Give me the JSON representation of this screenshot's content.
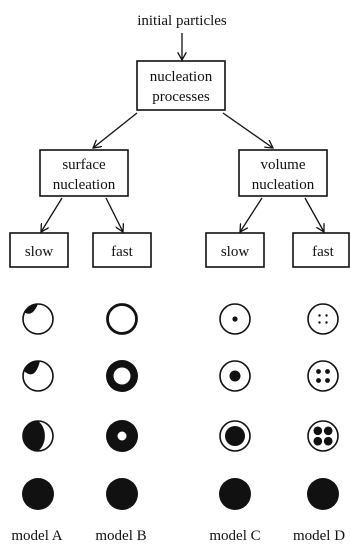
{
  "diagram": {
    "root_label": "initial particles",
    "process": {
      "line1": "nucleation",
      "line2": "processes"
    },
    "surface": {
      "line1": "surface",
      "line2": "nucleation"
    },
    "volume": {
      "line1": "volume",
      "line2": "nucleation"
    },
    "leaves": [
      {
        "label": "slow"
      },
      {
        "label": "fast"
      },
      {
        "label": "slow"
      },
      {
        "label": "fast"
      }
    ],
    "models": [
      {
        "label": "model A"
      },
      {
        "label": "model B"
      },
      {
        "label": "model C"
      },
      {
        "label": "model D"
      }
    ],
    "ink_color": "#111111",
    "paper_color": "#ffffff"
  }
}
